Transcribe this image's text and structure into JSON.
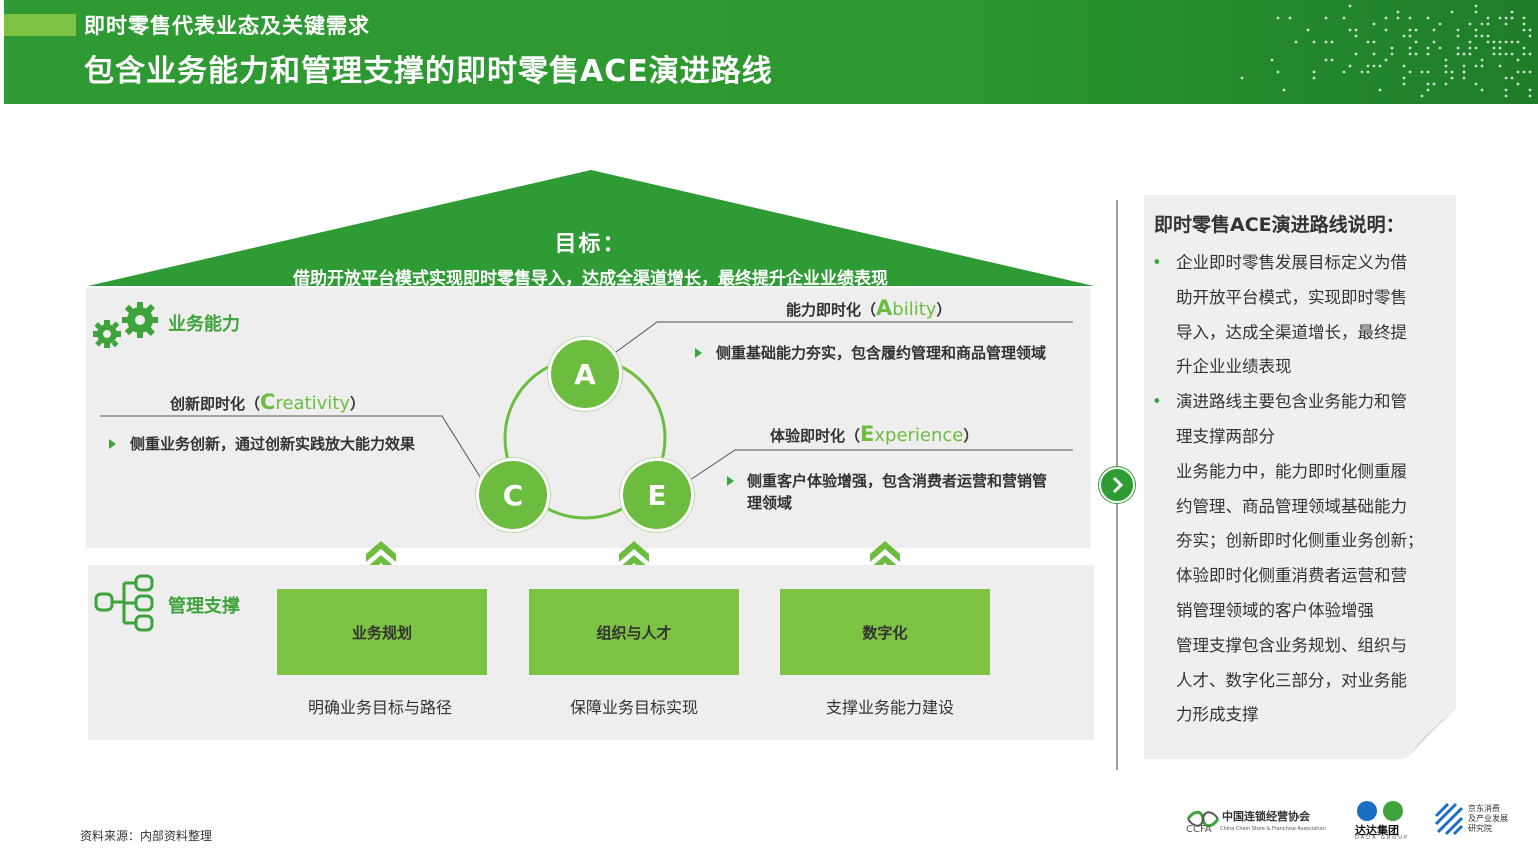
{
  "header": {
    "subtitle": "即时零售代表业态及关键需求",
    "title": "包含业务能力和管理支撑的即时零售ACE演进路线"
  },
  "roof": {
    "goal_label": "目标：",
    "goal_text": "借助开放平台模式实现即时零售导入，达成全渠道增长，最终提升企业业绩表现"
  },
  "business": {
    "title": "业务能力",
    "circles": {
      "a": "A",
      "c": "C",
      "e": "E"
    },
    "ability": {
      "title_prefix": "能力即时化（",
      "big_letter": "A",
      "en_rest": "bility",
      "title_suffix": "）",
      "desc": "侧重基础能力夯实，包含履约管理和商品管理领域"
    },
    "creativity": {
      "title_prefix": "创新即时化（",
      "big_letter": "C",
      "en_rest": "reativity",
      "title_suffix": "）",
      "desc": "侧重业务创新，通过创新实践放大能力效果"
    },
    "experience": {
      "title_prefix": "体验即时化（",
      "big_letter": "E",
      "en_rest": "xperience",
      "title_suffix": "）",
      "desc": "侧重客户体验增强，包含消费者运营和营销管理领域"
    }
  },
  "management": {
    "title": "管理支撑",
    "boxes": [
      {
        "label": "业务规划",
        "caption": "明确业务目标与路径"
      },
      {
        "label": "组织与人才",
        "caption": "保障业务目标实现"
      },
      {
        "label": "数字化",
        "caption": "支撑业务能力建设"
      }
    ]
  },
  "note": {
    "title": "即时零售ACE演进路线说明：",
    "lines": [
      {
        "bullet": "•",
        "text": "企业即时零售发展目标定义为借"
      },
      {
        "bullet": "",
        "text": "助开放平台模式，实现即时零售"
      },
      {
        "bullet": "",
        "text": "导入，达成全渠道增长，最终提"
      },
      {
        "bullet": "",
        "text": "升企业业绩表现"
      },
      {
        "bullet": "•",
        "text": "演进路线主要包含业务能力和管"
      },
      {
        "bullet": "",
        "text": "理支撑两部分"
      },
      {
        "bullet": "",
        "text": "业务能力中，能力即时化侧重履"
      },
      {
        "bullet": "",
        "text": "约管理、商品管理领域基础能力"
      },
      {
        "bullet": "",
        "text": "夯实；创新即时化侧重业务创新；"
      },
      {
        "bullet": "",
        "text": "体验即时化侧重消费者运营和营"
      },
      {
        "bullet": "",
        "text": "销管理领域的客户体验增强"
      },
      {
        "bullet": "",
        "text": "管理支撑包含业务规划、组织与"
      },
      {
        "bullet": "",
        "text": "人才、数字化三部分，对业务能"
      },
      {
        "bullet": "",
        "text": "力形成支撑"
      }
    ]
  },
  "footer": {
    "source": "资料来源：内部资料整理",
    "logo1_cn": "中国连锁经营协会",
    "logo1_abbr": "CCFA",
    "logo1_en": "China Chain Store & Franchise Association",
    "logo2_cn": "达达集团",
    "logo2_en": "DADA GROUP",
    "logo3_line1": "京东消费",
    "logo3_line2": "及产业发展",
    "logo3_line3": "研究院"
  },
  "colors": {
    "header_green": "#2f9a33",
    "accent_green": "#6cbd3f",
    "box_green": "#7cc243",
    "panel_gray": "#eeeeee"
  }
}
